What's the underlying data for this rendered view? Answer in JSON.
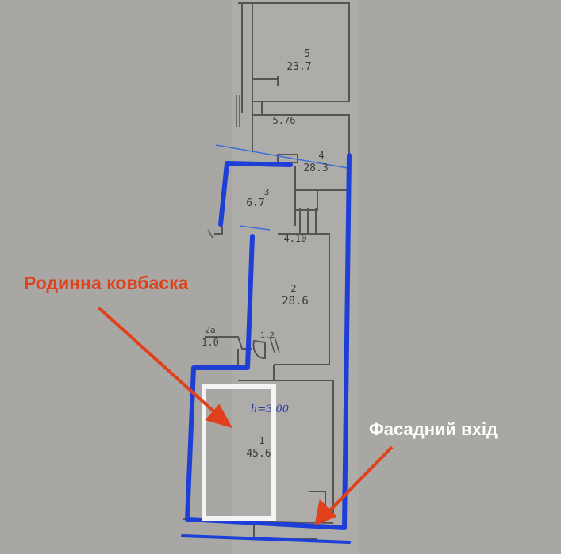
{
  "colors": {
    "paper": "#a8a7a3",
    "wall": "#555555",
    "blue_outline": "#1e3fd6",
    "white_outline": "#f4f4f4",
    "annotation_red": "#e0401c",
    "entrance_text": "#ffffff"
  },
  "rooms": [
    {
      "number": "5",
      "area": "23.7"
    },
    {
      "number": "",
      "area": "5.76"
    },
    {
      "number": "4",
      "area": "28.3"
    },
    {
      "number": "3",
      "area": "6.7"
    },
    {
      "number": "",
      "area": "4.10"
    },
    {
      "number": "2",
      "area": "28.6"
    },
    {
      "number": "2a",
      "area": "1.0"
    },
    {
      "number": "",
      "area": "1.2"
    },
    {
      "number": "1",
      "area": "45.6"
    }
  ],
  "handwritten_note": "h=3.00",
  "annotations": {
    "sausage": "Родинна ковбаска",
    "entrance": "Фасадний вхід"
  }
}
